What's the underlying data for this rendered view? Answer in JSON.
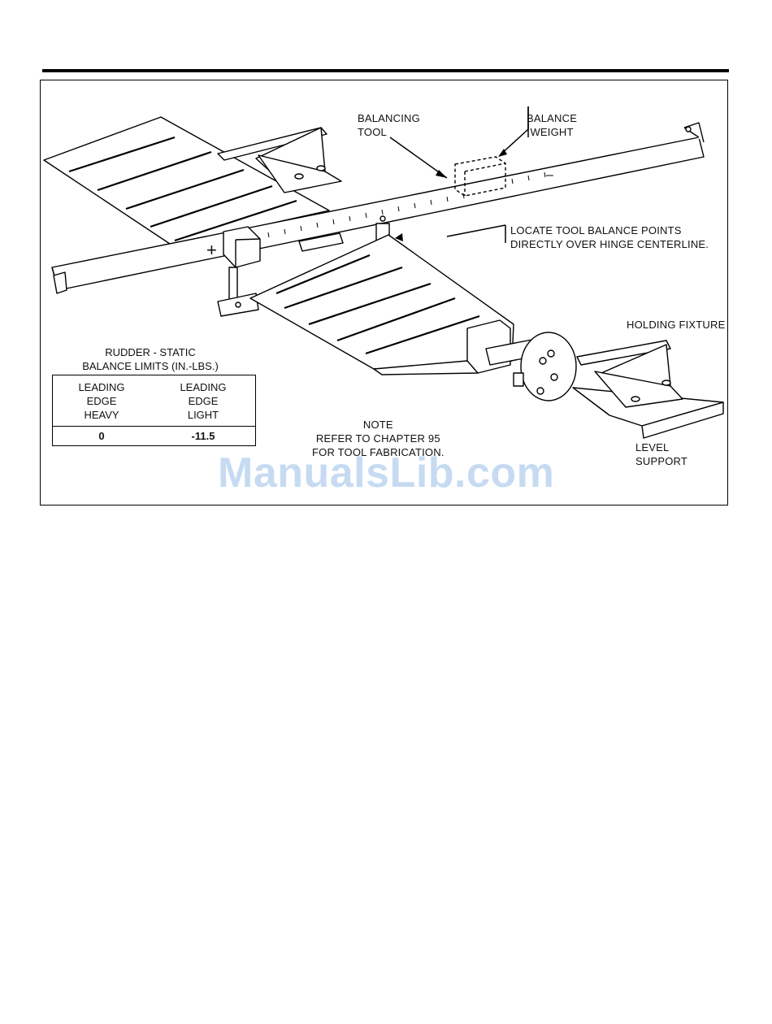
{
  "figure": {
    "labels": {
      "balancing_tool": [
        "BALANCING",
        "TOOL"
      ],
      "balance_weight": [
        "BALANCE",
        "WEIGHT"
      ],
      "locate_tool": [
        "LOCATE TOOL BALANCE POINTS",
        "DIRECTLY OVER HINGE CENTERLINE."
      ],
      "holding_fixture": "HOLDING FIXTURE",
      "level_support": [
        "LEVEL",
        "SUPPORT"
      ],
      "note": [
        "NOTE",
        "REFER TO CHAPTER 95",
        "FOR TOOL FABRICATION."
      ],
      "plus_sign": "+",
      "minus_sign": "–"
    },
    "limits": {
      "title": [
        "RUDDER - STATIC",
        "BALANCE LIMITS (IN.-LBS.)"
      ],
      "columns": [
        {
          "header": [
            "LEADING",
            "EDGE",
            "HEAVY"
          ],
          "value": "0"
        },
        {
          "header": [
            "LEADING",
            "EDGE",
            "LIGHT"
          ],
          "value": "-11.5"
        }
      ]
    }
  },
  "watermark": "ManualsLib.com"
}
